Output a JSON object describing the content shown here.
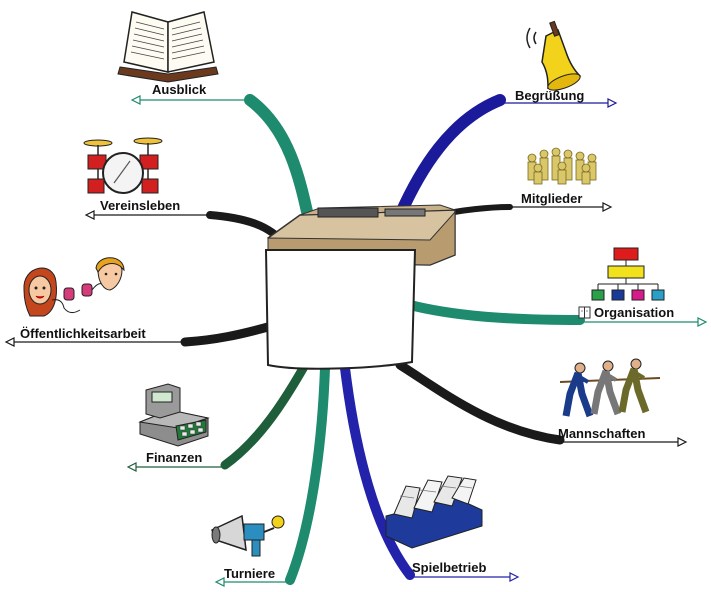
{
  "branches": [
    {
      "id": "ausblick",
      "label": "Ausblick",
      "icon": "open-book-icon",
      "color": "#1e8a6e"
    },
    {
      "id": "vereinsleben",
      "label": "Vereinsleben",
      "icon": "drum-kit-icon",
      "color": "#1a1a1a"
    },
    {
      "id": "oeffentlichkeitsarbeit",
      "label": "Öffentlichkeitsarbeit",
      "icon": "talking-people-icon",
      "color": "#1a1a1a"
    },
    {
      "id": "finanzen",
      "label": "Finanzen",
      "icon": "cash-register-icon",
      "color": "#1f5e3a"
    },
    {
      "id": "turniere",
      "label": "Turniere",
      "icon": "megaphone-icon",
      "color": "#1e8a6e"
    },
    {
      "id": "spielbetrieb",
      "label": "Spielbetrieb",
      "icon": "file-folders-icon",
      "color": "#2222aa"
    },
    {
      "id": "mannschaften",
      "label": "Mannschaften",
      "icon": "tug-of-war-icon",
      "color": "#1a1a1a"
    },
    {
      "id": "organisation",
      "label": "Organisation",
      "icon": "org-chart-icon",
      "prefix_icon": "book-icon",
      "color": "#1e8a6e"
    },
    {
      "id": "mitglieder",
      "label": "Mitglieder",
      "icon": "crowd-icon",
      "color": "#1a1a1a"
    },
    {
      "id": "begruessung",
      "label": "Begrüßung",
      "icon": "bell-icon",
      "color": "#1a1a9a"
    }
  ],
  "center": {
    "icon": "fax-machine-icon"
  }
}
